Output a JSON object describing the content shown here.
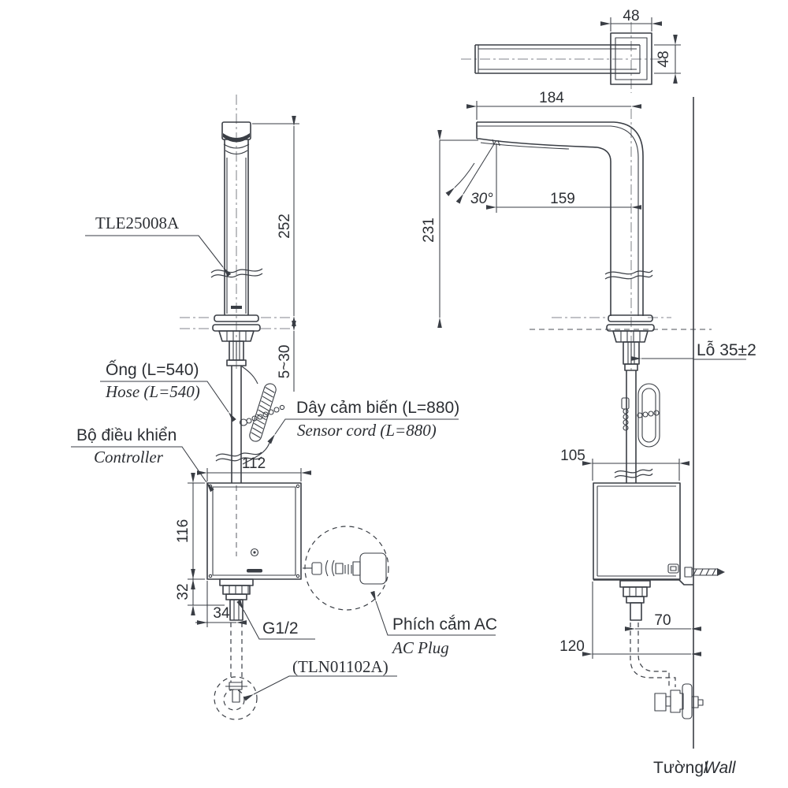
{
  "labels": {
    "model": "TLE25008A",
    "hose_vi": "Ống (L=540)",
    "hose_en": "Hose (L=540)",
    "sensor_vi": "Dây cảm biến (L=880)",
    "sensor_en": "Sensor cord (L=880)",
    "controller_vi": "Bộ điều khiển",
    "controller_en": "Controller",
    "thread": "G1/2",
    "drain": "(TLN01102A)",
    "ac_vi": "Phích cắm AC",
    "ac_en": "AC Plug",
    "hole": "Lỗ 35±2",
    "wall_vi": "Tường/",
    "wall_en": "Wall"
  },
  "dimensions": {
    "front": {
      "spout_height": "252",
      "deck_thickness": "5~30",
      "controller_width": "112",
      "controller_height": "116",
      "fitting_height": "32",
      "fitting_offset": "34"
    },
    "side": {
      "base_width": "48",
      "spout_width": "48",
      "spout_reach": "184",
      "sensor_reach": "159",
      "spout_angle": "30°",
      "height_above_deck": "231",
      "controller_depth": "105",
      "supply_offset": "70",
      "controller_offset": "120"
    }
  }
}
